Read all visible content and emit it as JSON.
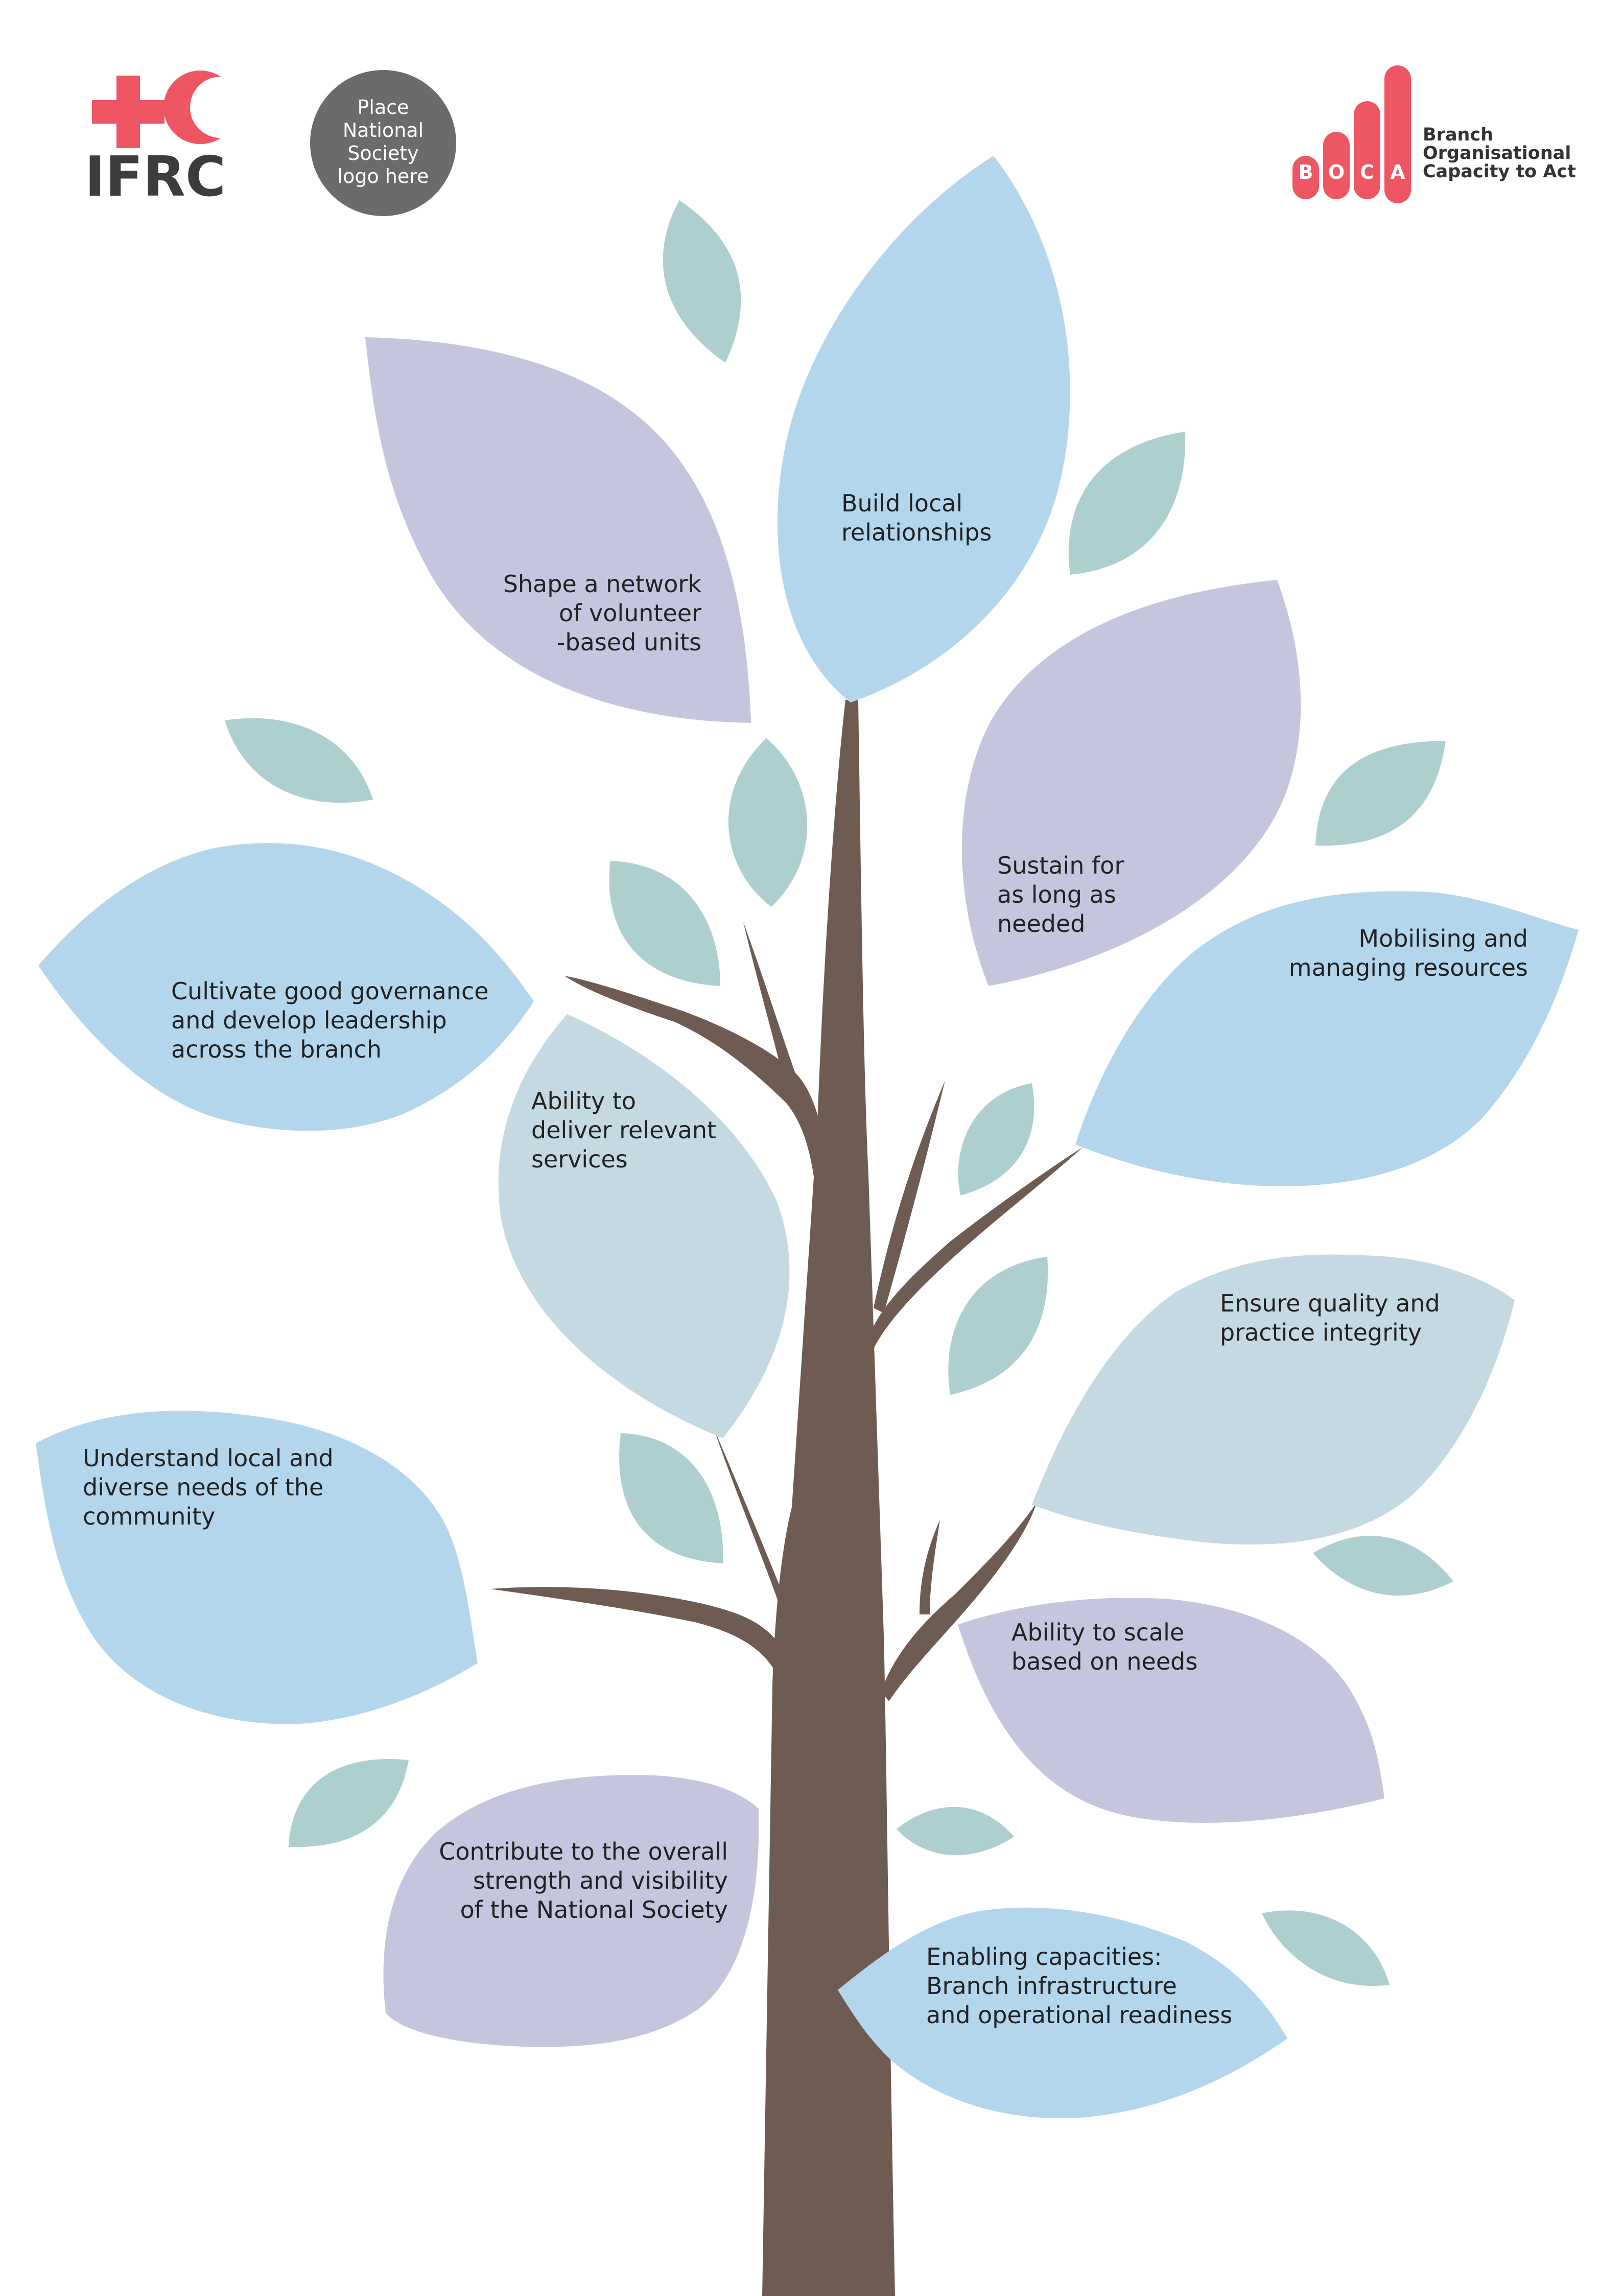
{
  "header": {
    "ifrc": {
      "name": "IFRC",
      "color": "#ee5663",
      "text_color": "#3c3c3c"
    },
    "placeholder": {
      "lines": [
        "Place",
        "National",
        "Society",
        "logo here"
      ],
      "color": "#6b6b6b"
    },
    "boca": {
      "letters": [
        "B",
        "O",
        "C",
        "A"
      ],
      "lines": [
        "Branch",
        "Organisational",
        "Capacity to Act"
      ],
      "color": "#ee5663",
      "text_color": "#333333"
    }
  },
  "colors": {
    "trunk": "#6e5b52",
    "blue": "#b3d6ed",
    "lavender": "#c5c5de",
    "grey_blue": "#c4d9e1",
    "teal": "#aecfcf"
  },
  "leaves": [
    {
      "id": "build-local-relationships",
      "lines": [
        "Build local",
        "relationships"
      ]
    },
    {
      "id": "shape-network",
      "lines": [
        "Shape a network",
        "of volunteer",
        "-based units"
      ]
    },
    {
      "id": "sustain",
      "lines": [
        "Sustain for",
        "as long as",
        "needed"
      ]
    },
    {
      "id": "mobilising-resources",
      "lines": [
        "Mobilising and",
        "managing resources"
      ]
    },
    {
      "id": "cultivate-governance",
      "lines": [
        "Cultivate good governance",
        "and develop leadership",
        "across the branch"
      ]
    },
    {
      "id": "deliver-services",
      "lines": [
        "Ability to",
        "deliver relevant",
        "services"
      ]
    },
    {
      "id": "quality-integrity",
      "lines": [
        "Ensure quality and",
        "practice integrity"
      ]
    },
    {
      "id": "understand-needs",
      "lines": [
        "Understand local and",
        "diverse needs of the",
        "community"
      ]
    },
    {
      "id": "scale-needs",
      "lines": [
        "Ability to scale",
        "based on needs"
      ]
    },
    {
      "id": "contribute-strength",
      "lines": [
        "Contribute to the overall",
        "strength and visibility",
        "of the National Society"
      ]
    },
    {
      "id": "enabling-capacities",
      "lines": [
        "Enabling capacities:",
        "Branch infrastructure",
        "and operational readiness"
      ]
    }
  ]
}
